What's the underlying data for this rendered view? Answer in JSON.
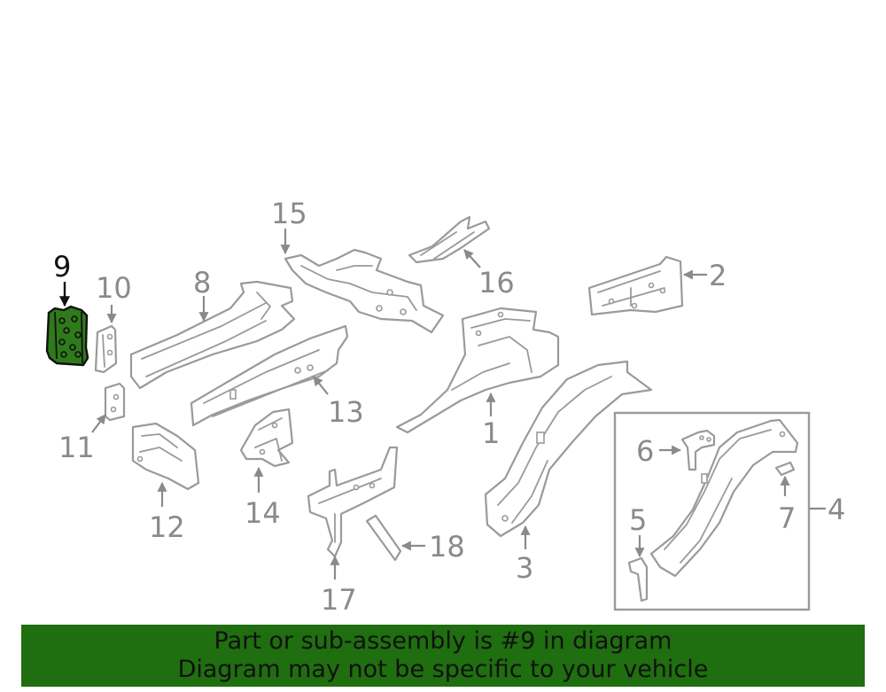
{
  "callouts": {
    "n1": "1",
    "n2": "2",
    "n3": "3",
    "n4": "4",
    "n5": "5",
    "n6": "6",
    "n7": "7",
    "n8": "8",
    "n9": "9",
    "n10": "10",
    "n11": "11",
    "n12": "12",
    "n13": "13",
    "n14": "14",
    "n15": "15",
    "n16": "16",
    "n17": "17",
    "n18": "18"
  },
  "highlighted_part": "9",
  "colors": {
    "highlight_fill": "#2f7a1a",
    "banner_bg": "#1f6e0f",
    "part_stroke": "#9a9a9a",
    "label": "#8a8a8a"
  },
  "banner": {
    "line1": "Part or sub-assembly is #9 in diagram",
    "line2": "Diagram may not be specific to your vehicle"
  }
}
